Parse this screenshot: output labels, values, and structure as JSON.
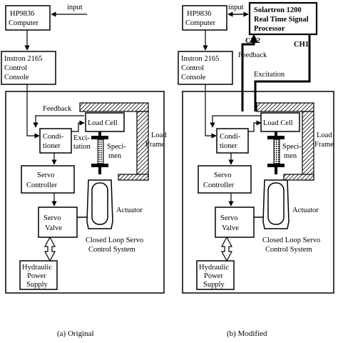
{
  "captions": {
    "left": "(a) Original",
    "right": "(b) Modified"
  },
  "original": {
    "input": "input",
    "computer": [
      "HP9836",
      "Computer"
    ],
    "console": [
      "Instron 2165",
      "Control",
      "Console"
    ],
    "feedback": "Feedback",
    "load_cell": "Load Cell",
    "conditioner": [
      "Condi-",
      "tioner"
    ],
    "excitation": [
      "Exci-",
      "tation"
    ],
    "specimen": [
      "Speci-",
      "men"
    ],
    "load_frame": [
      "Load",
      "Frame"
    ],
    "servo_controller": [
      "Servo",
      "Controller"
    ],
    "servo_valve": [
      "Servo",
      "Valve"
    ],
    "actuator": "Actuator",
    "system_label": [
      "Closed Loop Servo",
      "Control System"
    ],
    "hydraulic": [
      "Hydraulic",
      "Power",
      "Supply"
    ]
  },
  "modified": {
    "input": "input",
    "computer": [
      "HP9836",
      "Computer"
    ],
    "processor": [
      "Solartron 1200",
      "Real Time Signal",
      "Processor"
    ],
    "ch2": "CH2",
    "ch1": "CH1",
    "console": [
      "Instron 2165",
      "Control",
      "Console"
    ],
    "feedback": "Feedback",
    "excitation": "Excitation",
    "load_cell": "Load Cell",
    "conditioner": [
      "Condi-",
      "tioner"
    ],
    "specimen": [
      "Speci-",
      "men"
    ],
    "load_frame": [
      "Load",
      "Frame"
    ],
    "servo_controller": [
      "Servo",
      "Controller"
    ],
    "servo_valve": [
      "Servo",
      "Valve"
    ],
    "actuator": "Actuator",
    "system_label": [
      "Closed Loop Servo",
      "Control System"
    ],
    "hydraulic": [
      "Hydraulic",
      "Power",
      "Supply"
    ]
  }
}
